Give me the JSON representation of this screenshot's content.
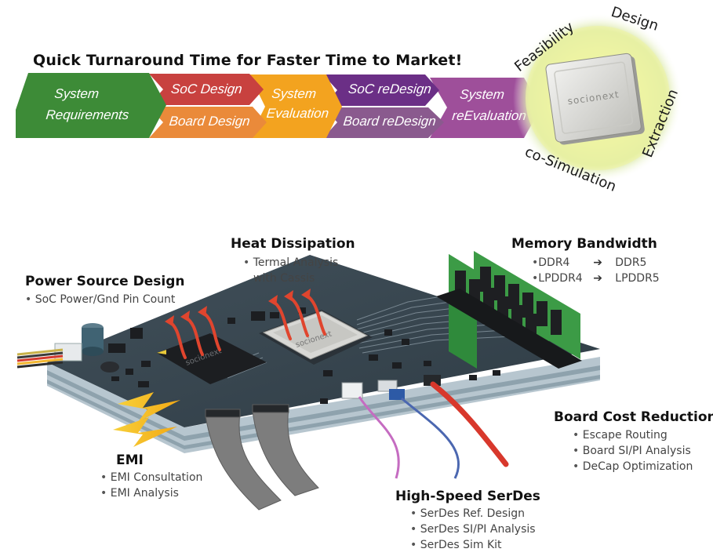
{
  "headline": "Quick Turnaround Time for Faster Time to Market!",
  "flow": {
    "system_requirements": [
      "System",
      "Requirements"
    ],
    "soc_design": "SoC Design",
    "board_design": "Board Design",
    "system_evaluation": [
      "System",
      "Evaluation"
    ],
    "soc_redesign": "SoC reDesign",
    "board_redesign": "Board reDesign",
    "system_reevaluation": [
      "System",
      "reEvaluation"
    ],
    "colors": {
      "green": "#3d8b37",
      "red": "#c8413f",
      "orange": "#ea8a3a",
      "amber": "#f3a31f",
      "purple": "#6b2f86",
      "mauve": "#8a5a8e",
      "magenta": "#9e4f9a"
    }
  },
  "cycle": {
    "chip_brand": "socionext",
    "labels": [
      "Feasibility",
      "Design",
      "Extraction",
      "co-Simulation"
    ]
  },
  "board": {
    "chip_brand": "socionext"
  },
  "sections": {
    "heat": {
      "title": "Heat Dissipation",
      "items": [
        "Termal Analysis",
        "with Cassis"
      ]
    },
    "memory": {
      "title": "Memory Bandwidth",
      "rows": [
        {
          "from": "DDR4",
          "to": "DDR5"
        },
        {
          "from": "LPDDR4",
          "to": "LPDDR5"
        }
      ]
    },
    "power": {
      "title": "Power Source Design",
      "items": [
        "SoC Power/Gnd Pin Count"
      ]
    },
    "emi": {
      "title": "EMI",
      "items": [
        "EMI Consultation",
        "EMI Analysis"
      ]
    },
    "cost": {
      "title": "Board Cost Reduction",
      "items": [
        "Escape Routing",
        "Board SI/PI Analysis",
        "DeCap Optimization"
      ]
    },
    "serdes": {
      "title": "High-Speed SerDes",
      "items": [
        "SerDes Ref. Design",
        "SerDes SI/PI Analysis",
        "SerDes Sim Kit"
      ]
    }
  }
}
